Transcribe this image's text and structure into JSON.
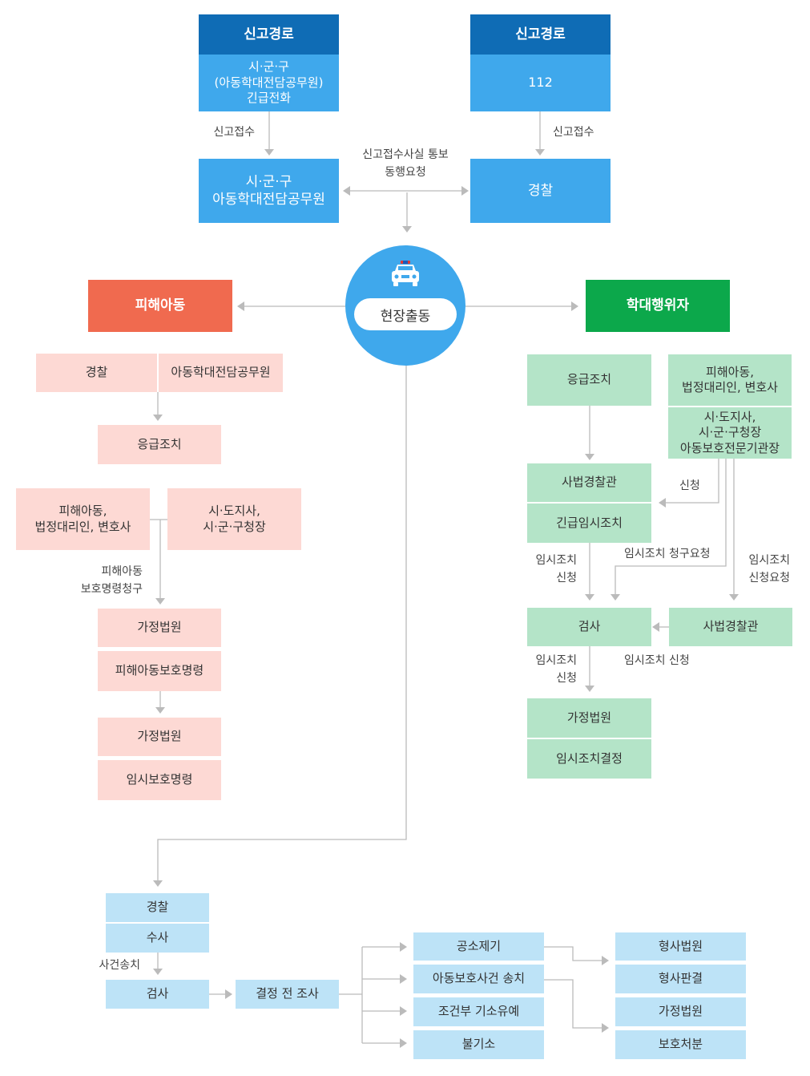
{
  "colors": {
    "header_blue": "#0f6cb5",
    "box_blue": "#3fa8ec",
    "victim_red": "#f06a4f",
    "victim_pink": "#fdd9d4",
    "abuser_green": "#0ca84b",
    "abuser_light_green": "#b4e4c8",
    "investigation_light_blue": "#bde3f7",
    "connector_gray": "#bbbbbb"
  },
  "report": {
    "left_header": "신고경로",
    "left_body": "시·군·구\n(아동학대전담공무원)\n긴급전화",
    "right_header": "신고경로",
    "right_body": "112",
    "left_receipt_label": "신고접수",
    "right_receipt_label": "신고접수",
    "left_officer": "시·군·구\n아동학대전담공무원",
    "right_officer": "경찰",
    "notify_label": "신고접수사실 통보\n동행요청"
  },
  "dispatch": {
    "label": "현장출동",
    "icon": "police-car-icon"
  },
  "victim": {
    "header": "피해아동",
    "responder_police": "경찰",
    "responder_official": "아동학대전담공무원",
    "emergency": "응급조치",
    "requester_left": "피해아동,\n법정대리인, 변호사",
    "requester_right": "시·도지사,\n시·군·구청장",
    "claim_label": "피해아동\n보호명령청구",
    "court1_title": "가정법원",
    "court1_body": "피해아동보호명령",
    "court2_title": "가정법원",
    "court2_body": "임시보호명령"
  },
  "abuser": {
    "header": "학대행위자",
    "emergency": "응급조치",
    "requester_top": "피해아동,\n법정대리인, 변호사",
    "requester_bottom": "시·도지사,\n시·군·구청장\n아동보호전문기관장",
    "apply_label": "신청",
    "police_title": "사법경찰관",
    "police_body": "긴급임시조치",
    "temp_apply_label": "임시조치\n신청",
    "temp_claim_request_label": "임시조치 청구요청",
    "temp_apply_request_label": "임시조치\n신청요청",
    "prosecutor": "검사",
    "police_right": "사법경찰관",
    "temp_apply_label2": "임시조치\n신청",
    "temp_apply_label3": "임시조치 신청",
    "court_title": "가정법원",
    "court_body": "임시조치결정"
  },
  "investigation": {
    "police_title": "경찰",
    "police_body": "수사",
    "transfer_label": "사건송치",
    "prosecutor": "검사",
    "pre_decision": "결정 전 조사",
    "outcomes": [
      "공소제기",
      "아동보호사건 송치",
      "조건부 기소유예",
      "불기소"
    ],
    "criminal_court_title": "형사법원",
    "criminal_court_body": "형사판결",
    "family_court_title": "가정법원",
    "family_court_body": "보호처분"
  }
}
